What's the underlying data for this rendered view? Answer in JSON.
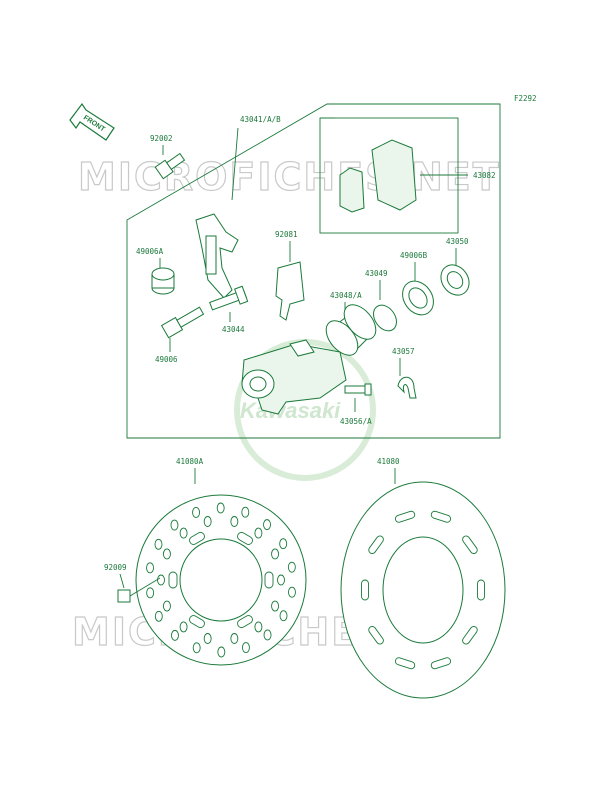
{
  "diagram": {
    "code": "F2292",
    "front_label": "FRONT",
    "watermark": "MICROFICHES.NET",
    "logo_text": "Kawasaki",
    "labels": {
      "caliper_assy": "43041/A/B",
      "bolt_top": "92002",
      "pad_set": "43082",
      "boot_a": "49006A",
      "spring": "92081",
      "seal_cap": "43050",
      "boot_b": "49006B",
      "ring": "43049",
      "piston": "43048/A",
      "holder": "43044",
      "pin": "49006",
      "bleeder_cap": "43057",
      "bleeder": "43056/A",
      "disc_a": "41080A",
      "disc": "41080",
      "disc_bolt": "92009"
    }
  }
}
